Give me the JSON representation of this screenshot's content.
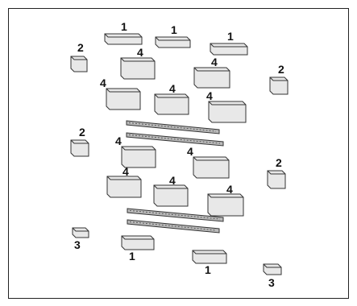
{
  "figure": {
    "labels": {
      "top_bar_1": "1",
      "top_bar_2": "1",
      "top_bar_3": "1",
      "small_block_tl": "2",
      "small_block_tr": "2",
      "small_block_ml": "2",
      "small_block_mr": "2",
      "panel_a1": "4",
      "panel_a2": "4",
      "panel_b1": "4",
      "panel_b2": "4",
      "panel_b3": "4",
      "panel_c1": "4",
      "panel_c2": "4",
      "panel_d1": "4",
      "panel_d2": "4",
      "panel_d3": "4",
      "bottom_bar_1": "1",
      "bottom_bar_2": "1",
      "corner_block_l": "3",
      "corner_block_r": "3"
    }
  }
}
